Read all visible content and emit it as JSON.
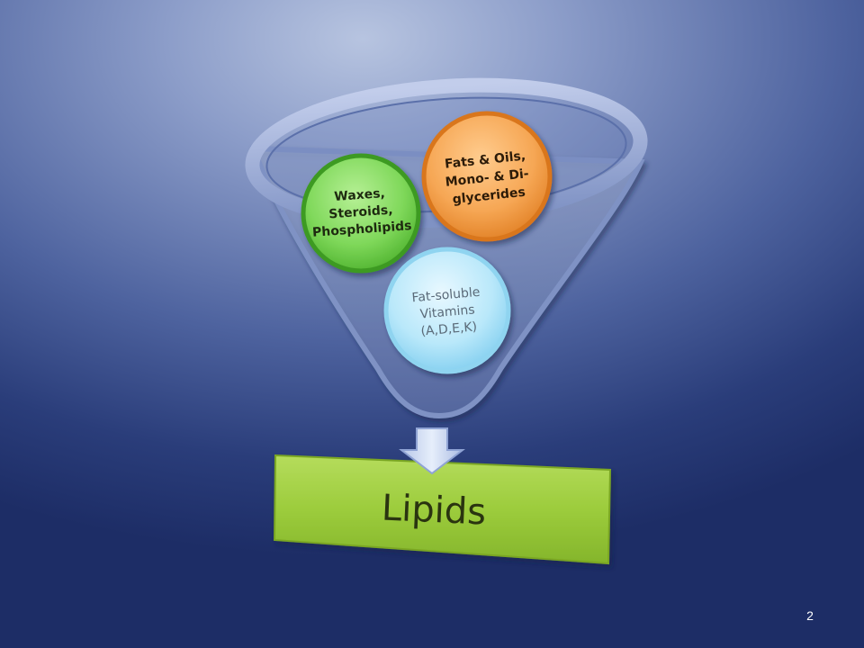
{
  "slide": {
    "number": "2",
    "main_label": "Lipids"
  },
  "funnel_items": [
    {
      "lines": [
        "Waxes,",
        "Steroids,",
        "Phospholipids"
      ],
      "color": "#5fc93a",
      "text_color": "#1e2a10"
    },
    {
      "lines": [
        "Fats & Oils,",
        "Mono- & Di-",
        "glycerides"
      ],
      "color": "#f29a3c",
      "text_color": "#2c1b08"
    },
    {
      "lines": [
        "Fat-soluble",
        "Vitamins",
        "(A,D,E,K)"
      ],
      "color": "#9fdcf2",
      "text_color": "#5a6a78"
    }
  ],
  "colors": {
    "funnel": "#8296c7",
    "funnel_rim": "#a6b5dd",
    "box_fill": "#9ccc3c",
    "box_text": "#2a3410",
    "slide_number": "#ffffff"
  }
}
